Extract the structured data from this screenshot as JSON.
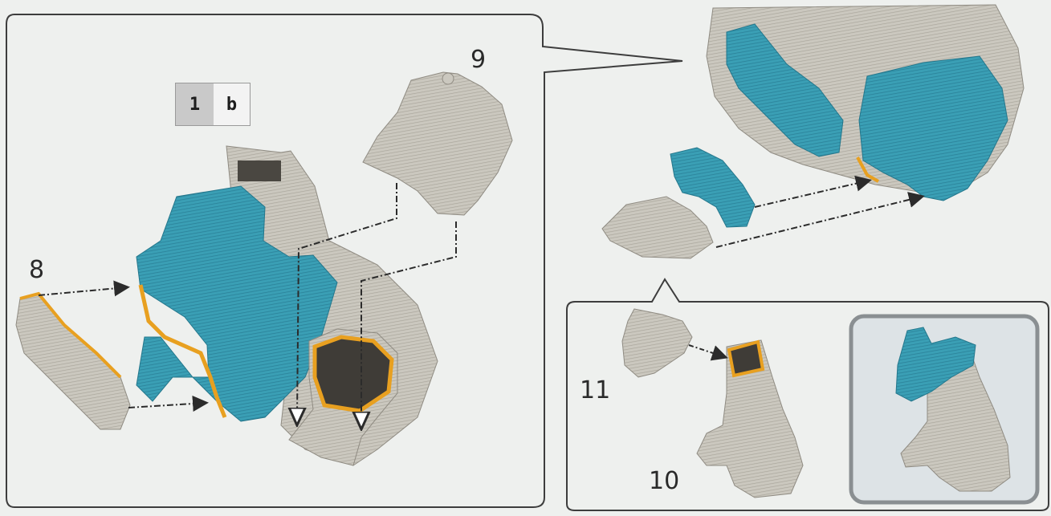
{
  "figure": {
    "step_badge": {
      "number": "1",
      "letter": "b"
    },
    "part_labels": {
      "p8": "8",
      "p9": "9",
      "p10": "10",
      "p11": "11"
    },
    "colors": {
      "teal_part": "#3a9fb5",
      "grey_part": "#c9c6bd",
      "glue_outline": "#e8a020",
      "panel_border": "#3d3d3d",
      "background": "#eef0ee"
    }
  }
}
